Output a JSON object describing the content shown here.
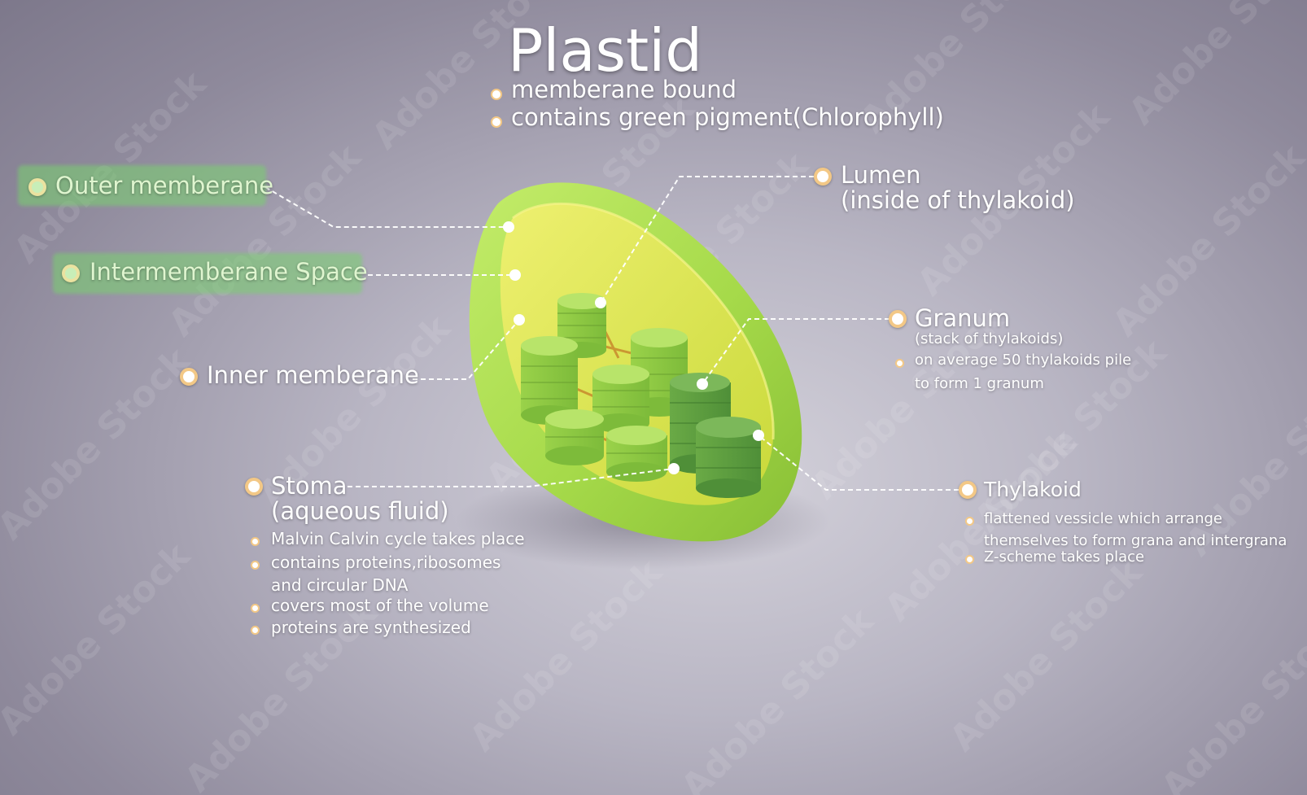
{
  "title": "Plastid",
  "intro": {
    "bullets": [
      "memberane bound",
      "contains green pigment(Chlorophyll)"
    ]
  },
  "labels": {
    "outer_membrane": "Outer memberane",
    "intermembrane_space": "Intermemberane Space",
    "inner_membrane": "Inner memberane",
    "lumen": {
      "title": "Lumen",
      "subtitle": "(inside of thylakoid)"
    },
    "granum": {
      "title": "Granum",
      "subtitle": "(stack of thylakoids)",
      "bullets": [
        "on average 50 thylakoids pile",
        "to form 1 granum"
      ]
    },
    "stoma": {
      "title": "Stoma",
      "subtitle": "(aqueous fluid)",
      "bullets": [
        "Malvin Calvin cycle takes place",
        "contains proteins,ribosomes",
        "and circular DNA",
        "covers most of the volume",
        "proteins are synthesized"
      ]
    },
    "thylakoid": {
      "title": "Thylakoid",
      "bullets": [
        "flattened vessicle which arrange",
        "themselves to form grana and intergrana",
        "Z-scheme takes place"
      ]
    }
  },
  "watermark": "Adobe Stock",
  "colors": {
    "background": "#aeaabb",
    "highlight": "#78d26e",
    "chloroplast_outer": "#9fd647",
    "chloroplast_inner": "#d9e64a",
    "grana": "#8ccb45",
    "dot_ring": "#f3c886"
  }
}
